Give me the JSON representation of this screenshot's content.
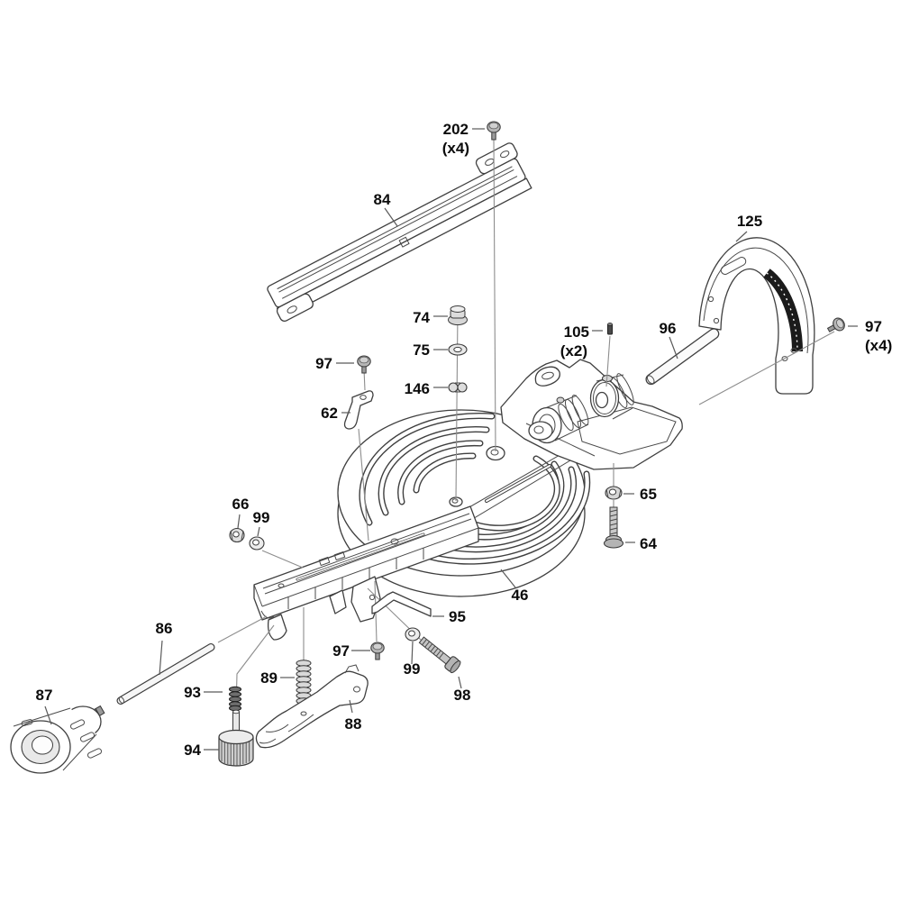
{
  "diagram": {
    "kind": "exploded-parts-diagram",
    "background": "#ffffff",
    "outline_color": "#3f3f3f",
    "label_color": "#0c0c0c",
    "callouts": {
      "c202": {
        "text": "202",
        "qty": "(x4)",
        "part": "pan-head-screw"
      },
      "c84": {
        "text": "84",
        "part": "fence-rail"
      },
      "c125": {
        "text": "125",
        "part": "guard-plate"
      },
      "c97_right": {
        "text": "97",
        "qty": "(x4)",
        "part": "screw"
      },
      "c96": {
        "text": "96",
        "part": "pivot-rod"
      },
      "c105": {
        "text": "105",
        "qty": "(x2)",
        "part": "pin"
      },
      "c74": {
        "text": "74",
        "part": "lock-nut"
      },
      "c75": {
        "text": "75",
        "part": "washer"
      },
      "c146": {
        "text": "146",
        "part": "clip-nut"
      },
      "c97_mid": {
        "text": "97",
        "part": "screw"
      },
      "c62": {
        "text": "62",
        "part": "bracket"
      },
      "c66": {
        "text": "66",
        "part": "hex-nut"
      },
      "c99_left": {
        "text": "99",
        "part": "washer"
      },
      "c65": {
        "text": "65",
        "part": "flange-nut"
      },
      "c64": {
        "text": "64",
        "part": "hex-bolt"
      },
      "c46": {
        "text": "46",
        "part": "turntable-base"
      },
      "c95": {
        "text": "95",
        "part": "flat-pointer-bracket"
      },
      "c97_bottom": {
        "text": "97",
        "part": "screw"
      },
      "c99_bottom": {
        "text": "99",
        "part": "washer"
      },
      "c98": {
        "text": "98",
        "part": "hex-bolt"
      },
      "c86": {
        "text": "86",
        "part": "rod"
      },
      "c87": {
        "text": "87",
        "part": "hand-knob"
      },
      "c93": {
        "text": "93",
        "part": "spring-small"
      },
      "c94": {
        "text": "94",
        "part": "knurled-knob"
      },
      "c89": {
        "text": "89",
        "part": "spring-large"
      },
      "c88": {
        "text": "88",
        "part": "lock-lever"
      }
    }
  }
}
